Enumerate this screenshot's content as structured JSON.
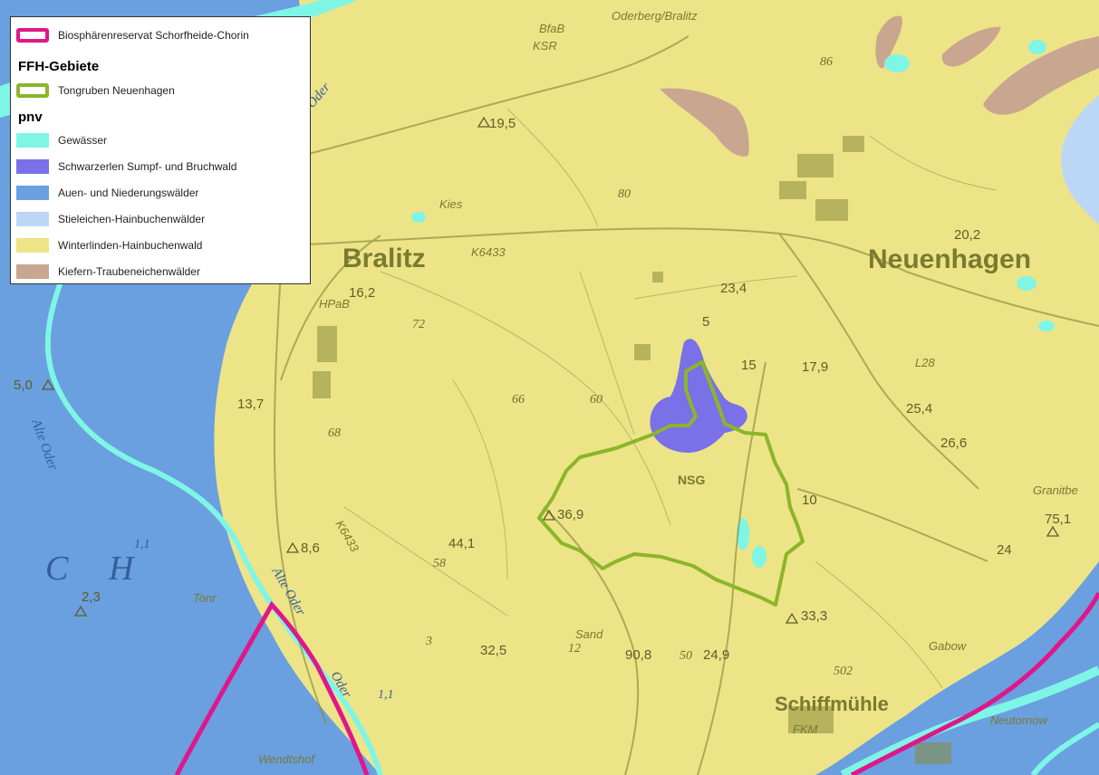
{
  "map": {
    "colors": {
      "water": "#7ff5e6",
      "schwarzerlen": "#7a70e8",
      "auen": "#6a9fe0",
      "stieleichen": "#bcd6f5",
      "winterlinden": "#ede488",
      "kiefern": "#c8a690",
      "biosphere_outline": "#e0168a",
      "ffh_outline": "#8cb52a"
    },
    "places": {
      "bralitz": "Bralitz",
      "neuenhagen": "Neuenhagen",
      "schiffmuehle": "Schiffmühle",
      "wendtshof": "Wendtshof",
      "neutornow": "Neutornow",
      "gabow": "Gabow",
      "nsg": "NSG",
      "oderberg": "Oderberg/Bralitz",
      "kies": "Kies",
      "sand": "Sand",
      "granitbe": "Granitbe",
      "hpab": "HPaB",
      "fkm": "FKM",
      "ksr": "KSR",
      "bfab": "BfaB",
      "tonr": "Tonr",
      "k6433": "K6433",
      "k6433b": "K6433",
      "l28": "L28",
      "alte_oder": "Alte Oder",
      "alte_oder2": "Alte Oder",
      "oder": "Oder",
      "c": "C",
      "h": "H",
      "river_top": "Oder"
    },
    "elevations": {
      "e19_5": "19,5",
      "e86": "86",
      "e80": "80",
      "e20_2": "20,2",
      "e16_2": "16,2",
      "e72": "72",
      "e23_4": "23,4",
      "e5a": "5",
      "e15": "15",
      "e17_9": "17,9",
      "e5_0": "5,0",
      "e13_7": "13,7",
      "e66": "66",
      "e60": "60",
      "e68": "68",
      "e25_4": "25,4",
      "e26_6": "26,6",
      "e10": "10",
      "e75_1": "75,1",
      "e36_9": "36,9",
      "e44_1": "44,1",
      "e58": "58",
      "e8_6": "8,6",
      "e2_3": "2,3",
      "e1_1": "1,1",
      "e24": "24",
      "e33_3": "33,3",
      "e32_5": "32,5",
      "e90_8": "90,8",
      "e50": "50",
      "e24_9": "24,9",
      "e502": "502",
      "e1_1b": "1,1",
      "e12": "12",
      "e3": "3"
    }
  },
  "legend": {
    "biosphere": "Biosphärenreservat Schorfheide-Chorin",
    "ffh_title": "FFH-Gebiete",
    "ffh_item": "Tongruben Neuenhagen",
    "pnv_title": "pnv",
    "items": [
      {
        "label": "Gewässer",
        "color": "#7ff5e6"
      },
      {
        "label": "Schwarzerlen Sumpf- und Bruchwald",
        "color": "#7a70e8"
      },
      {
        "label": "Auen- und Niederungswälder",
        "color": "#6a9fe0"
      },
      {
        "label": "Stieleichen-Hainbuchenwälder",
        "color": "#bcd6f5"
      },
      {
        "label": "Winterlinden-Hainbuchenwald",
        "color": "#ede488"
      },
      {
        "label": "Kiefern-Traubeneichenwälder",
        "color": "#c8a690"
      }
    ]
  }
}
